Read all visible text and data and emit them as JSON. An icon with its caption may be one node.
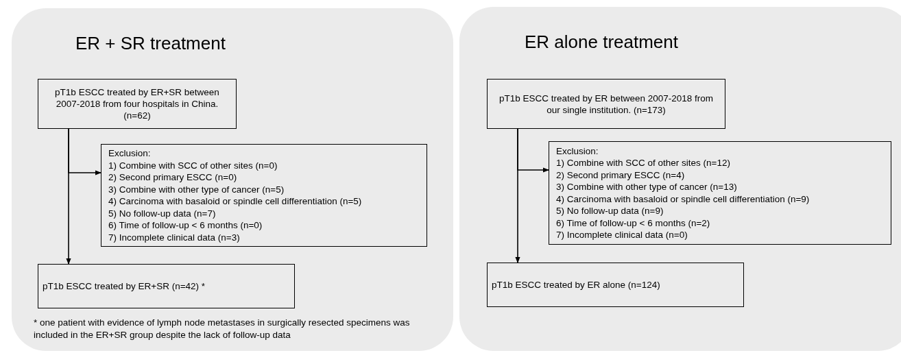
{
  "diagram": {
    "nodes": [
      {
        "text": [
          "ER + SR treatment",
          "* one patient with evidence of lymph node metastases in surgically resected specimens was included in the ER+SR group despite the lack of follow-up data"
        ]
      },
      {
        "text": [
          "pT1b ESCC treated by ER+SR between 2007-2018 from four hospitals in China. (n=62)"
        ],
        "in": 0
      },
      {
        "text": [
          "Exclusion:",
          "1) Combine with SCC of other sites (n=0)",
          "2) Second primary ESCC (n=0)",
          "3) Combine with other type of cancer (n=5)",
          "4) Carcinoma with basaloid or spindle cell differentiation (n=5)",
          "5) No follow-up data (n=7)",
          "6) Time of follow-up < 6 months (n=0)",
          "7) Incomplete clinical data (n=3)"
        ],
        "in": 0
      },
      {
        "text": [
          "pT1b ESCC treated by ER+SR (n=42) *"
        ],
        "in": 0
      },
      {
        "text": [
          "ER alone treatment"
        ]
      },
      {
        "text": [
          "pT1b ESCC treated by ER between 2007-2018 from our single institution. (n=173)"
        ],
        "in": 4
      },
      {
        "text": [
          "Exclusion:",
          "1) Combine with SCC of other sites (n=12)",
          "2) Second primary ESCC (n=4)",
          "3) Combine with other type of cancer (n=13)",
          "4) Carcinoma with basaloid or spindle cell differentiation (n=9)",
          "5) No follow-up data (n=9)",
          "6) Time of follow-up < 6 months (n=2)",
          "7) Incomplete clinical data (n=0)"
        ],
        "in": 4
      },
      {
        "text": [
          "pT1b ESCC treated by ER alone (n=124)"
        ],
        "in": 4
      }
    ],
    "edges": [
      {
        "from": 1,
        "to": 3,
        "arrow": "to"
      },
      {
        "from": 1,
        "to": 2,
        "arrow": "to"
      },
      {
        "from": 5,
        "to": 7,
        "arrow": "to"
      },
      {
        "from": 5,
        "to": 6,
        "arrow": "to"
      }
    ]
  }
}
